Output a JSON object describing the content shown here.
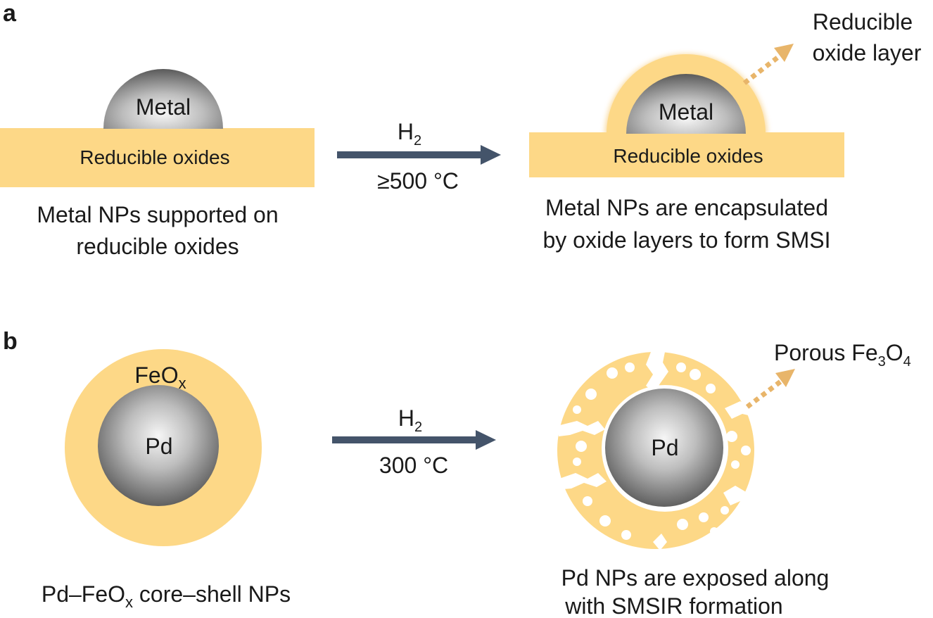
{
  "colors": {
    "oxide": "#fdd887",
    "oxide_glow": "#f7c66b",
    "arrow": "#44546a",
    "dotted_arrow": "#e8b56a",
    "metal_light": "#f4f4f4",
    "metal_dark": "#555555",
    "text": "#1a1a1a"
  },
  "panel_a": {
    "label": "a",
    "left": {
      "metal_label": "Metal",
      "support_label": "Reducible oxides",
      "caption_line1": "Metal NPs supported on",
      "caption_line2": "reducible oxides"
    },
    "arrow": {
      "top_main": "H",
      "top_sub": "2",
      "bottom": "≥500 °C"
    },
    "right": {
      "metal_label": "Metal",
      "support_label": "Reducible oxides",
      "callout_line1": "Reducible",
      "callout_line2": "oxide layer",
      "caption_line1": "Metal NPs are encapsulated",
      "caption_line2": "by oxide layers to form SMSI"
    }
  },
  "panel_b": {
    "label": "b",
    "left": {
      "shell_main": "FeO",
      "shell_sub": "x",
      "core_label": "Pd",
      "caption_part1": "Pd–FeO",
      "caption_sub": "x",
      "caption_part2": " core–shell NPs"
    },
    "arrow": {
      "top_main": "H",
      "top_sub": "2",
      "bottom": "300 °C"
    },
    "right": {
      "core_label": "Pd",
      "callout_main": "Porous Fe",
      "callout_sub1": "3",
      "callout_mid": "O",
      "callout_sub2": "4",
      "caption_line1": "Pd NPs are exposed along",
      "caption_line2": "with SMSIR formation"
    }
  }
}
